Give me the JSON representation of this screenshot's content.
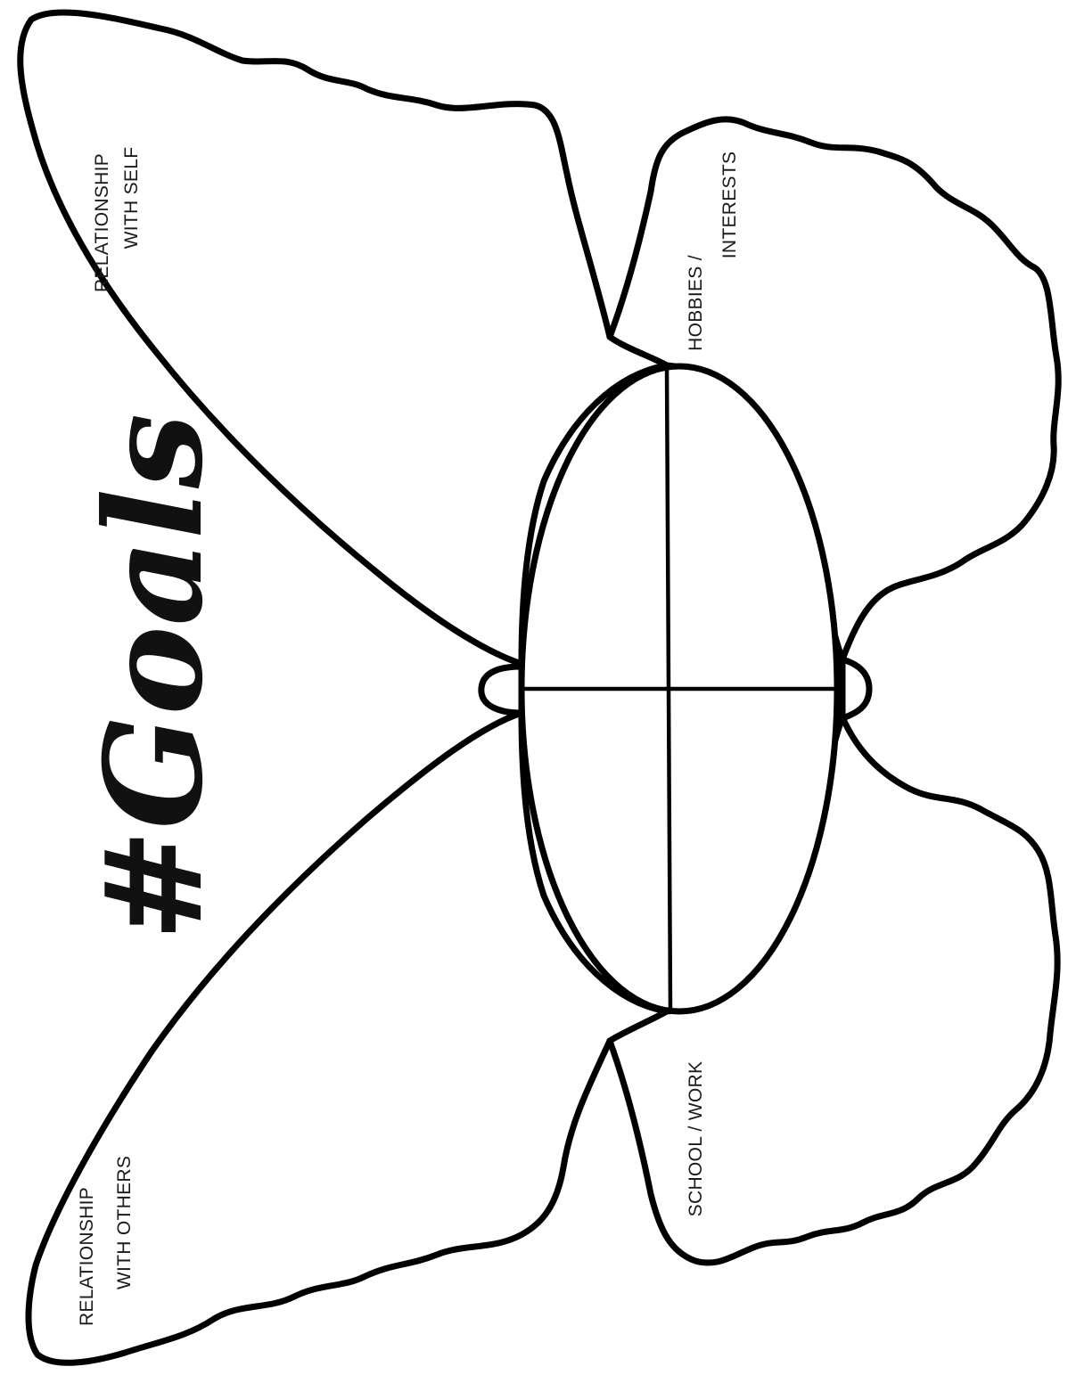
{
  "title": "#Goals",
  "labels": {
    "relationship_self": [
      "RELATIONSHIP",
      "WITH SELF"
    ],
    "relationship_others": [
      "RELATIONSHIP",
      "WITH OTHERS"
    ],
    "hobbies": [
      "HOBBIES /",
      "INTERESTS"
    ],
    "school": "SCHOOL / WORK"
  },
  "colors": {
    "stroke": "#000000",
    "background": "#ffffff"
  }
}
